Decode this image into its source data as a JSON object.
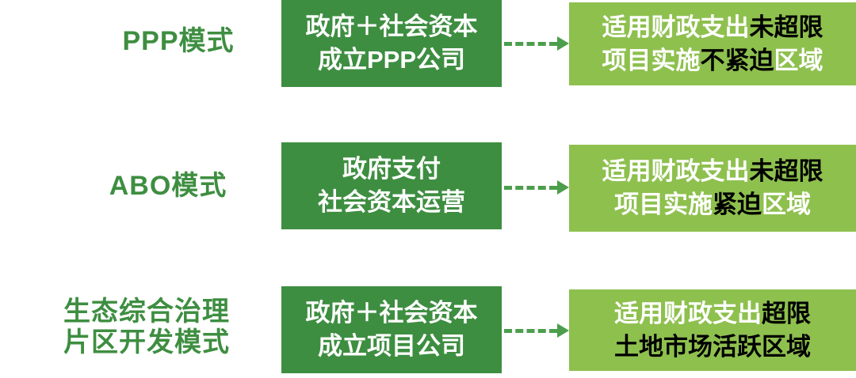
{
  "diagram": {
    "colors": {
      "dark_green": "#3E8E41",
      "light_green": "#8EC04E",
      "label_green": "#3E8E41",
      "arrow_green": "#4C9E4C",
      "emphasis_black": "#000000",
      "box_text_white": "#FFFFFF",
      "background": "#FFFFFF"
    },
    "rows": [
      {
        "label_lines": [
          "PPP模式"
        ],
        "mid_lines": [
          "政府＋社会资本",
          "成立PPP公司"
        ],
        "right_lines": [
          {
            "segments": [
              {
                "text": "适用财政支出",
                "color": "white"
              },
              {
                "text": "未超限",
                "color": "black"
              }
            ]
          },
          {
            "segments": [
              {
                "text": "项目实施",
                "color": "white"
              },
              {
                "text": "不紧迫",
                "color": "black"
              },
              {
                "text": "区域",
                "color": "white"
              }
            ]
          }
        ]
      },
      {
        "label_lines": [
          "ABO模式"
        ],
        "mid_lines": [
          "政府支付",
          "社会资本运营"
        ],
        "right_lines": [
          {
            "segments": [
              {
                "text": "适用财政支出",
                "color": "white"
              },
              {
                "text": "未超限",
                "color": "black"
              }
            ]
          },
          {
            "segments": [
              {
                "text": "项目实施",
                "color": "white"
              },
              {
                "text": "紧迫",
                "color": "black"
              },
              {
                "text": "区域",
                "color": "white"
              }
            ]
          }
        ]
      },
      {
        "label_lines": [
          "生态综合治理",
          "片区开发模式"
        ],
        "mid_lines": [
          "政府＋社会资本",
          "成立项目公司"
        ],
        "right_lines": [
          {
            "segments": [
              {
                "text": "适用财政支出",
                "color": "white"
              },
              {
                "text": "超限",
                "color": "black"
              }
            ]
          },
          {
            "segments": [
              {
                "text": "土地市场活跃区域",
                "color": "black"
              }
            ]
          }
        ]
      }
    ]
  }
}
